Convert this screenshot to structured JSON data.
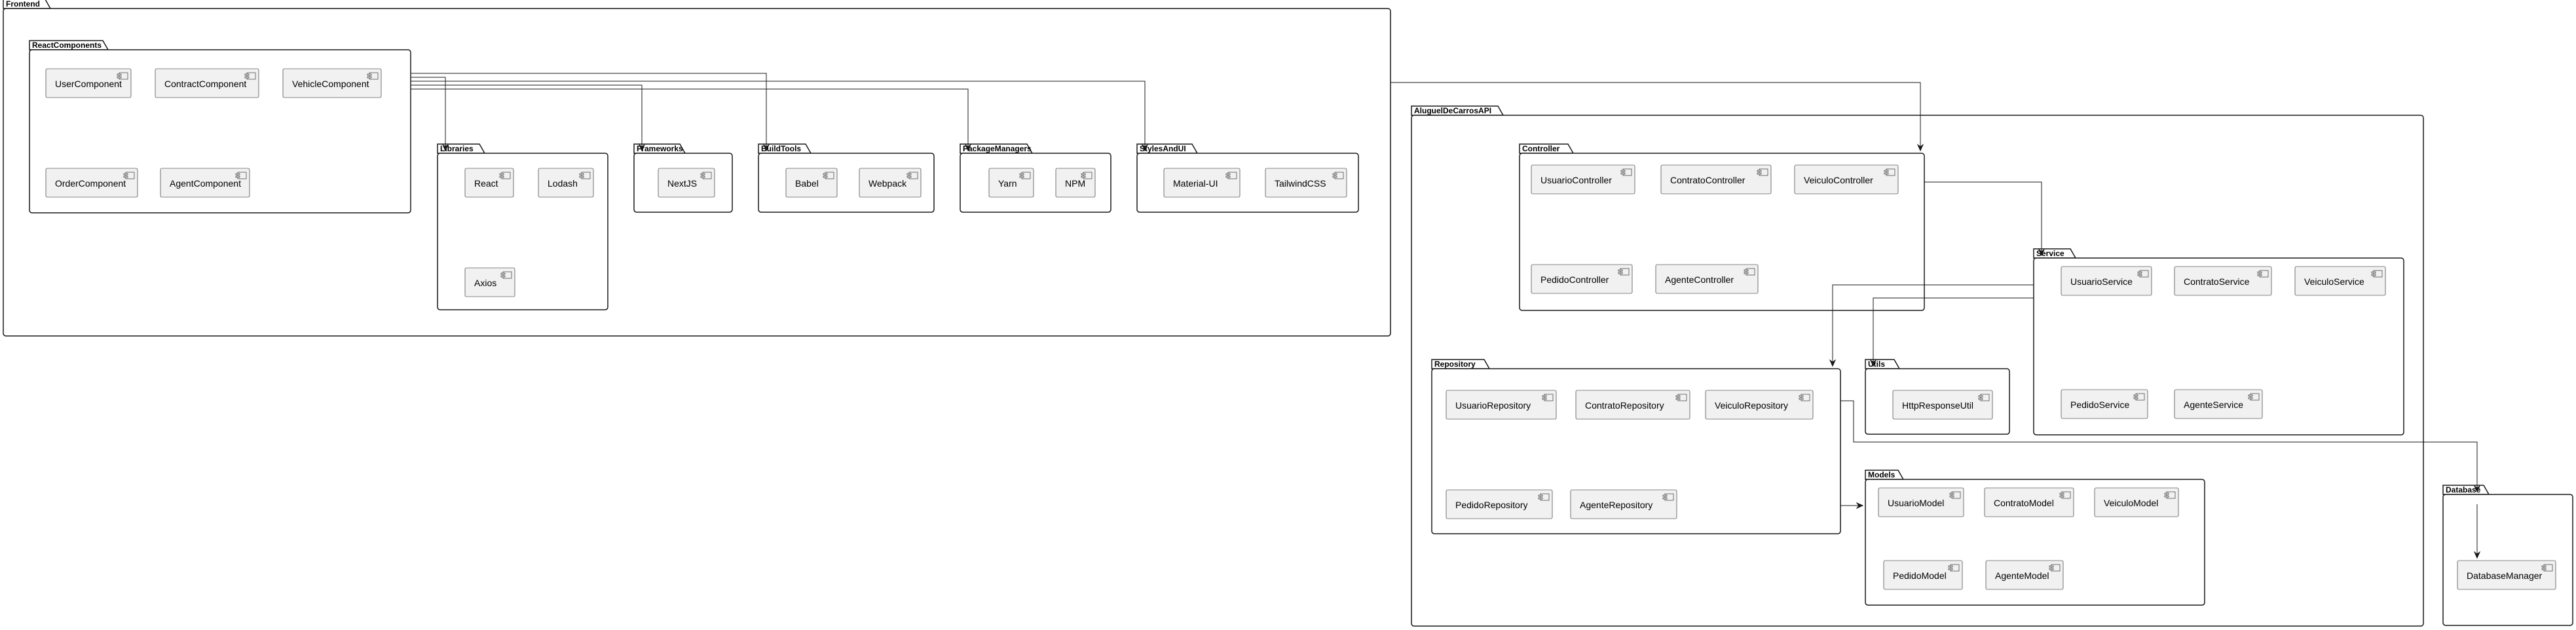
{
  "packages": {
    "frontend": "Frontend",
    "react_components": "ReactComponents",
    "libraries": "Libraries",
    "frameworks": "Frameworks",
    "build_tools": "BuildTools",
    "package_managers": "PackageManagers",
    "styles_and_ui": "StylesAndUI",
    "api": "AluguelDeCarrosAPI",
    "controller": "Controller",
    "service": "Service",
    "repository": "Repository",
    "utils": "Utils",
    "models": "Models",
    "database": "Database"
  },
  "components": {
    "user_component": "UserComponent",
    "contract_component": "ContractComponent",
    "vehicle_component": "VehicleComponent",
    "order_component": "OrderComponent",
    "agent_component": "AgentComponent",
    "react": "React",
    "lodash": "Lodash",
    "axios": "Axios",
    "nextjs": "NextJS",
    "babel": "Babel",
    "webpack": "Webpack",
    "yarn": "Yarn",
    "npm": "NPM",
    "material_ui": "Material-UI",
    "tailwindcss": "TailwindCSS",
    "usuario_controller": "UsuarioController",
    "contrato_controller": "ContratoController",
    "veiculo_controller": "VeiculoController",
    "pedido_controller": "PedidoController",
    "agente_controller": "AgenteController",
    "usuario_service": "UsuarioService",
    "contrato_service": "ContratoService",
    "veiculo_service": "VeiculoService",
    "pedido_service": "PedidoService",
    "agente_service": "AgenteService",
    "http_response_util": "HttpResponseUtil",
    "usuario_repository": "UsuarioRepository",
    "contrato_repository": "ContratoRepository",
    "veiculo_repository": "VeiculoRepository",
    "pedido_repository": "PedidoRepository",
    "agente_repository": "AgenteRepository",
    "usuario_model": "UsuarioModel",
    "contrato_model": "ContratoModel",
    "veiculo_model": "VeiculoModel",
    "pedido_model": "PedidoModel",
    "agente_model": "AgenteModel",
    "database_manager": "DatabaseManager"
  },
  "dependencies": [
    {
      "from": "ReactComponents",
      "to": "Libraries"
    },
    {
      "from": "ReactComponents",
      "to": "Frameworks"
    },
    {
      "from": "ReactComponents",
      "to": "BuildTools"
    },
    {
      "from": "ReactComponents",
      "to": "PackageManagers"
    },
    {
      "from": "ReactComponents",
      "to": "StylesAndUI"
    },
    {
      "from": "Frontend",
      "to": "Controller"
    },
    {
      "from": "Controller",
      "to": "Service"
    },
    {
      "from": "Service",
      "to": "Repository"
    },
    {
      "from": "Service",
      "to": "Utils"
    },
    {
      "from": "Repository",
      "to": "Models"
    },
    {
      "from": "Repository",
      "to": "Database"
    },
    {
      "from": "Database",
      "to": "DatabaseManager"
    }
  ]
}
